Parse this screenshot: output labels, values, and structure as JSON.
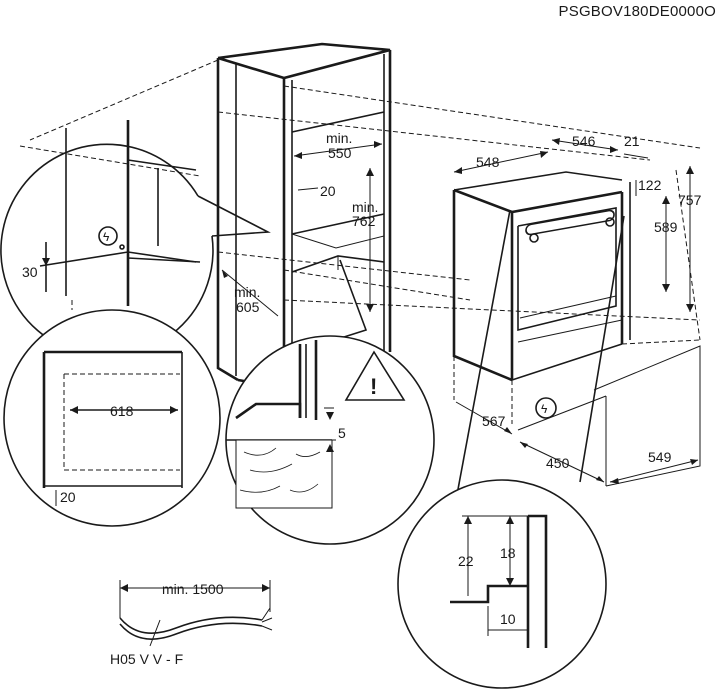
{
  "reference_code": "PSGBOV180DE0000O",
  "dimensions": {
    "cab_min_width": "min.",
    "cab_min_width_val": "550",
    "cab_gap": "20",
    "cab_min_height": "min.",
    "cab_min_height_val": "762",
    "cab_min_depth": "min.",
    "cab_min_depth_val": "605",
    "oven_width": "548",
    "oven_depth_top": "546",
    "oven_front": "21",
    "oven_height": "757",
    "oven_panel": "122",
    "oven_inner_height": "589",
    "oven_base_depth": "567",
    "oven_base_width": "450",
    "oven_base_total": "549",
    "detail_socket_height": "30",
    "detail_width": "618",
    "detail_gap": "20",
    "detail_step": "5",
    "detail_h1": "22",
    "detail_h2": "18",
    "detail_w": "10"
  },
  "cable": {
    "min_length": "min. 1500",
    "type": "H05 V V - F"
  }
}
